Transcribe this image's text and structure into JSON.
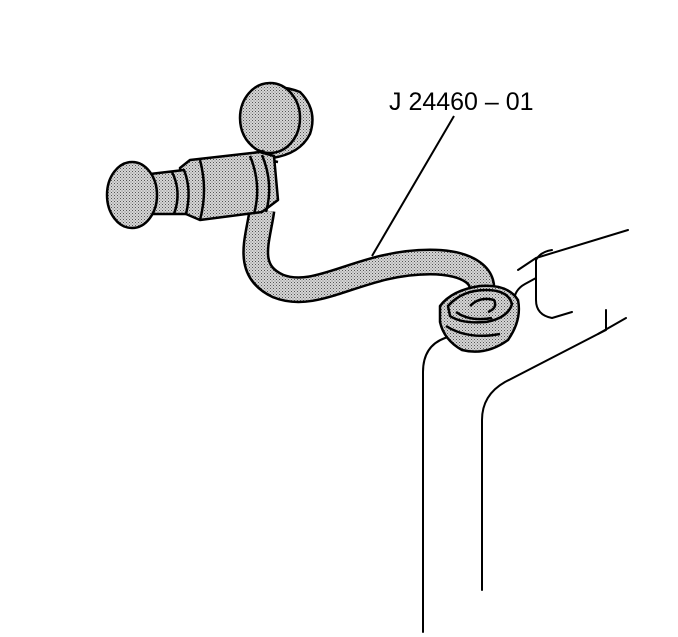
{
  "diagram": {
    "callout_label": "J 24460 – 01",
    "parts": [
      {
        "name": "pressure-tester-pump"
      },
      {
        "name": "pressure-gauge"
      },
      {
        "name": "hose"
      },
      {
        "name": "filler-cap-adapter"
      },
      {
        "name": "coolant-reservoir"
      }
    ],
    "colors": {
      "line": "#000000",
      "fill": "#bdbdbd",
      "background": "#ffffff"
    }
  }
}
